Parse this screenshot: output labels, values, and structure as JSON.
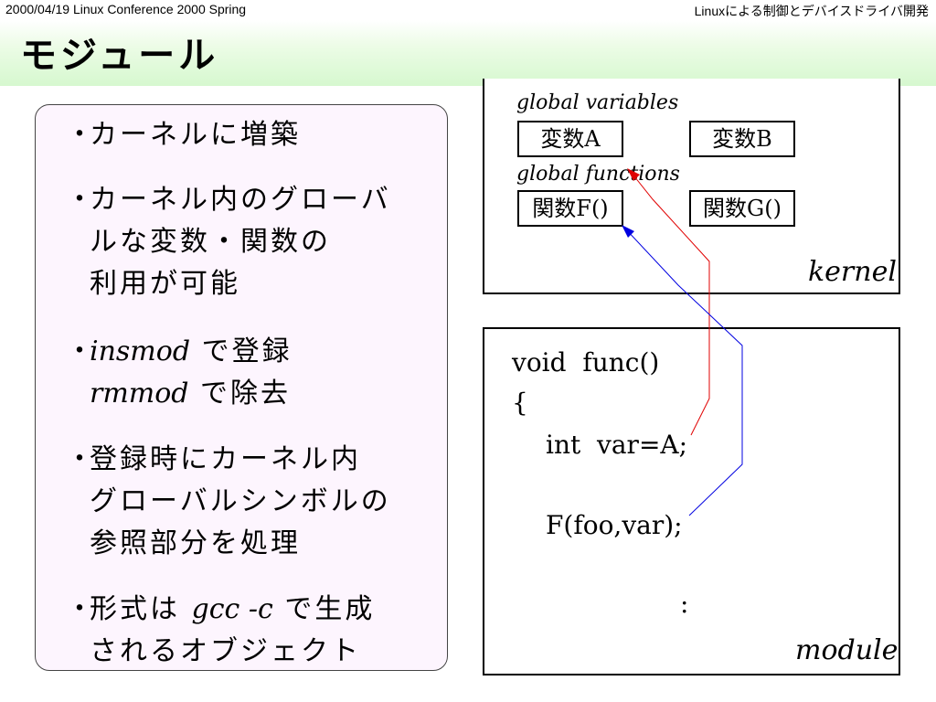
{
  "header": {
    "left": "2000/04/19 Linux Conference 2000 Spring",
    "right": "Linuxによる制御とデバイスドライバ開発"
  },
  "title": "モジュール",
  "bullets": [
    {
      "lines": [
        "カーネルに増築"
      ]
    },
    {
      "lines": [
        "カーネル内のグローバ",
        "ルな変数・関数の",
        "利用が可能"
      ]
    },
    {
      "line1_cmd": "insmod",
      "line1_text": " で登録",
      "line2_cmd": "rmmod",
      "line2_text": " で除去"
    },
    {
      "lines": [
        "登録時にカーネル内",
        "グローバルシンボルの",
        "参照部分を処理"
      ]
    },
    {
      "line1_text_a": "形式は ",
      "line1_cmd": "gcc -c",
      "line1_text_b": " で生成",
      "line2_text": "されるオブジェクト"
    }
  ],
  "bullet_marker": "・",
  "kernel": {
    "label_vars": "global variables",
    "label_funcs": "global functions",
    "var_a": "変数A",
    "var_b": "変数B",
    "func_f": "関数F()",
    "func_g": "関数G()",
    "name": "kernel"
  },
  "module": {
    "code": [
      "void  func()",
      "{",
      "int  var=A;",
      "F(foo,var);",
      ":"
    ],
    "name": "module"
  },
  "colors": {
    "panel": "#fdf5fe",
    "band": "#d6f8cf",
    "arrow_var": "#e00000",
    "arrow_func": "#0000e0"
  }
}
